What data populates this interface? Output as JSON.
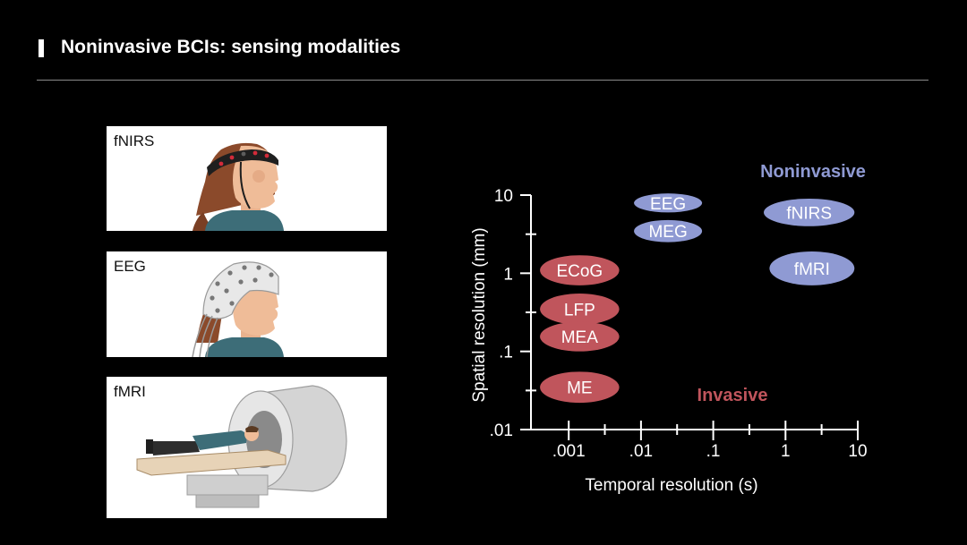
{
  "header": {
    "title": "Noninvasive BCIs: sensing modalities"
  },
  "panels": [
    {
      "label": "fNIRS"
    },
    {
      "label": "EEG"
    },
    {
      "label": "fMRI"
    }
  ],
  "colors": {
    "noninvasive": "#8f9ad3",
    "invasive": "#c0555c",
    "background": "#000000"
  },
  "chart_data": {
    "type": "scatter",
    "xlabel": "Temporal resolution (s)",
    "ylabel": "Spatial resolution (mm)",
    "x_scale": "log",
    "y_scale": "log",
    "xlim": [
      0.0003,
      10
    ],
    "ylim": [
      0.01,
      10
    ],
    "x_ticks": [
      {
        "value": 0.001,
        "label": ".001"
      },
      {
        "value": 0.01,
        "label": ".01"
      },
      {
        "value": 0.1,
        "label": ".1"
      },
      {
        "value": 1,
        "label": "1"
      },
      {
        "value": 10,
        "label": "10"
      }
    ],
    "y_ticks": [
      {
        "value": 0.01,
        "label": ".01"
      },
      {
        "value": 0.1,
        "label": ".1"
      },
      {
        "value": 1,
        "label": "1"
      },
      {
        "value": 10,
        "label": "10"
      }
    ],
    "groups": [
      {
        "name": "Noninvasive",
        "color": "#8f9ad3"
      },
      {
        "name": "Invasive",
        "color": "#c0555c"
      }
    ],
    "points": [
      {
        "label": "EEG",
        "group": "Noninvasive",
        "x": [
          0.008,
          0.07
        ],
        "y": [
          6.0,
          10.5
        ]
      },
      {
        "label": "MEG",
        "group": "Noninvasive",
        "x": [
          0.008,
          0.07
        ],
        "y": [
          2.5,
          4.8
        ]
      },
      {
        "label": "fNIRS",
        "group": "Noninvasive",
        "x": [
          0.5,
          9
        ],
        "y": [
          4.0,
          9.0
        ]
      },
      {
        "label": "fMRI",
        "group": "Noninvasive",
        "x": [
          0.6,
          9
        ],
        "y": [
          0.7,
          1.9
        ]
      },
      {
        "label": "ECoG",
        "group": "Invasive",
        "x": [
          0.0004,
          0.005
        ],
        "y": [
          0.7,
          1.7
        ]
      },
      {
        "label": "LFP",
        "group": "Invasive",
        "x": [
          0.0004,
          0.005
        ],
        "y": [
          0.22,
          0.55
        ]
      },
      {
        "label": "MEA",
        "group": "Invasive",
        "x": [
          0.0004,
          0.005
        ],
        "y": [
          0.1,
          0.24
        ]
      },
      {
        "label": "ME",
        "group": "Invasive",
        "x": [
          0.0004,
          0.005
        ],
        "y": [
          0.022,
          0.055
        ]
      }
    ]
  }
}
